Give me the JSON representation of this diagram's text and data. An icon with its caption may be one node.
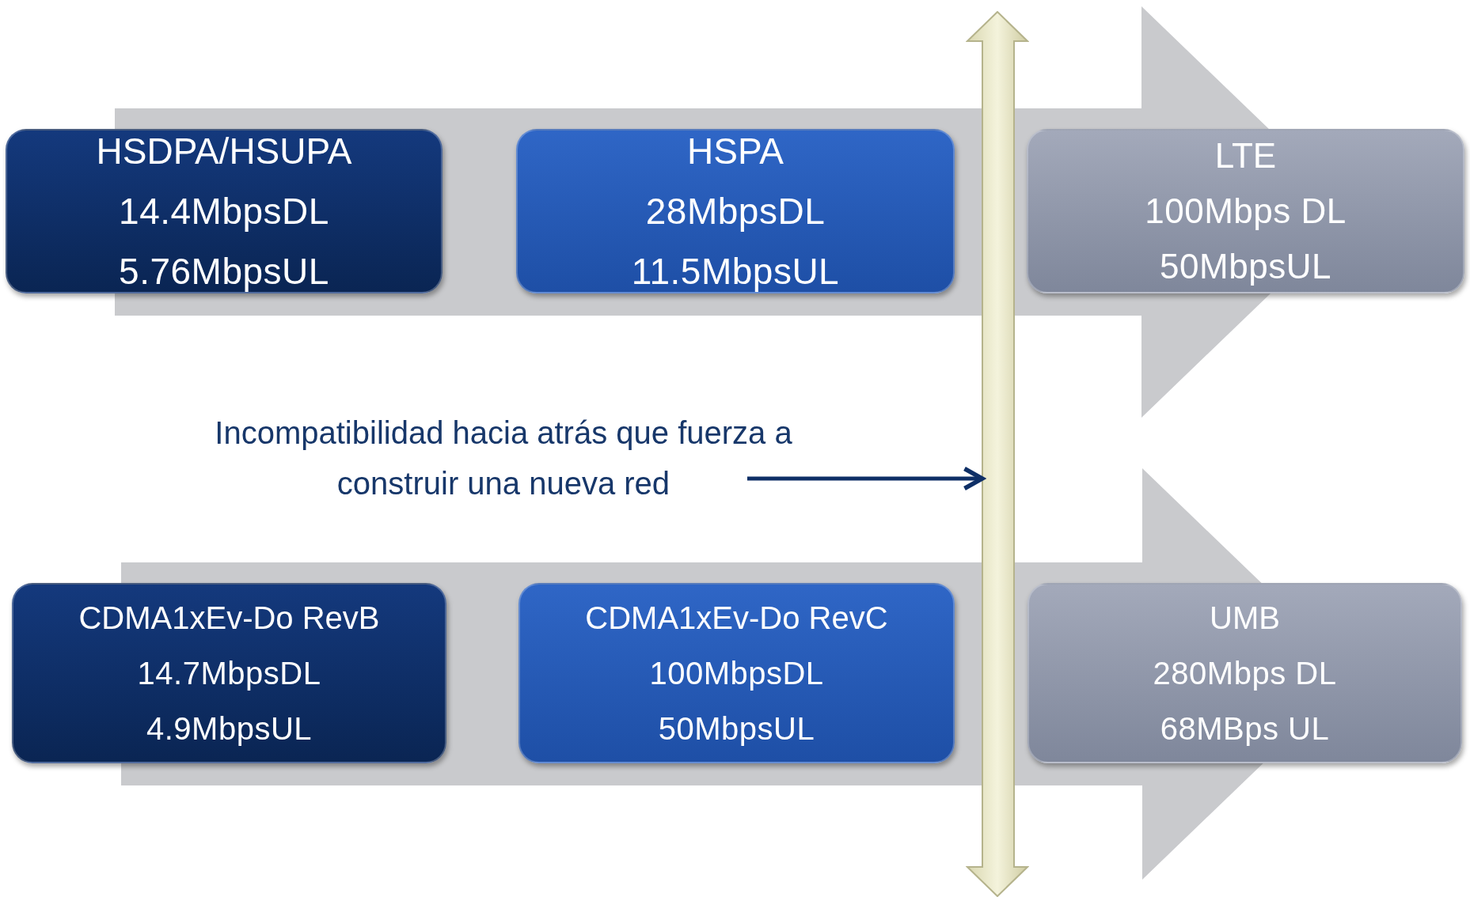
{
  "diagram": {
    "nodes": [
      {
        "text": [
          "HSDPA/HSUPA",
          "14.4MbpsDL",
          "5.76MbpsUL"
        ]
      },
      {
        "text": [
          "HSPA",
          "28MbpsDL",
          "11.5MbpsUL"
        ]
      },
      {
        "text": [
          "LTE",
          "100Mbps DL",
          "50MbpsUL"
        ]
      },
      {
        "text": [
          "CDMA1xEv-Do RevB",
          "14.7MbpsDL",
          "4.9MbpsUL"
        ]
      },
      {
        "text": [
          "CDMA1xEv-Do RevC",
          "100MbpsDL",
          "50MbpsUL"
        ]
      },
      {
        "text": [
          "UMB",
          "280Mbps DL",
          "68MBps UL"
        ]
      },
      {
        "text": [
          "Incompatibilidad hacia atrás que fuerza a construir una nueva red"
        ]
      },
      {
        "text": [],
        "shape": "bar"
      }
    ],
    "edges": [
      {
        "from": 0,
        "to": 2,
        "arrow": "to",
        "style": "thick",
        "color": "#c9cacd"
      },
      {
        "from": 3,
        "to": 5,
        "arrow": "to",
        "style": "thick",
        "color": "#c9cacd"
      },
      {
        "from": 6,
        "to": 7,
        "arrow": "to"
      }
    ]
  }
}
